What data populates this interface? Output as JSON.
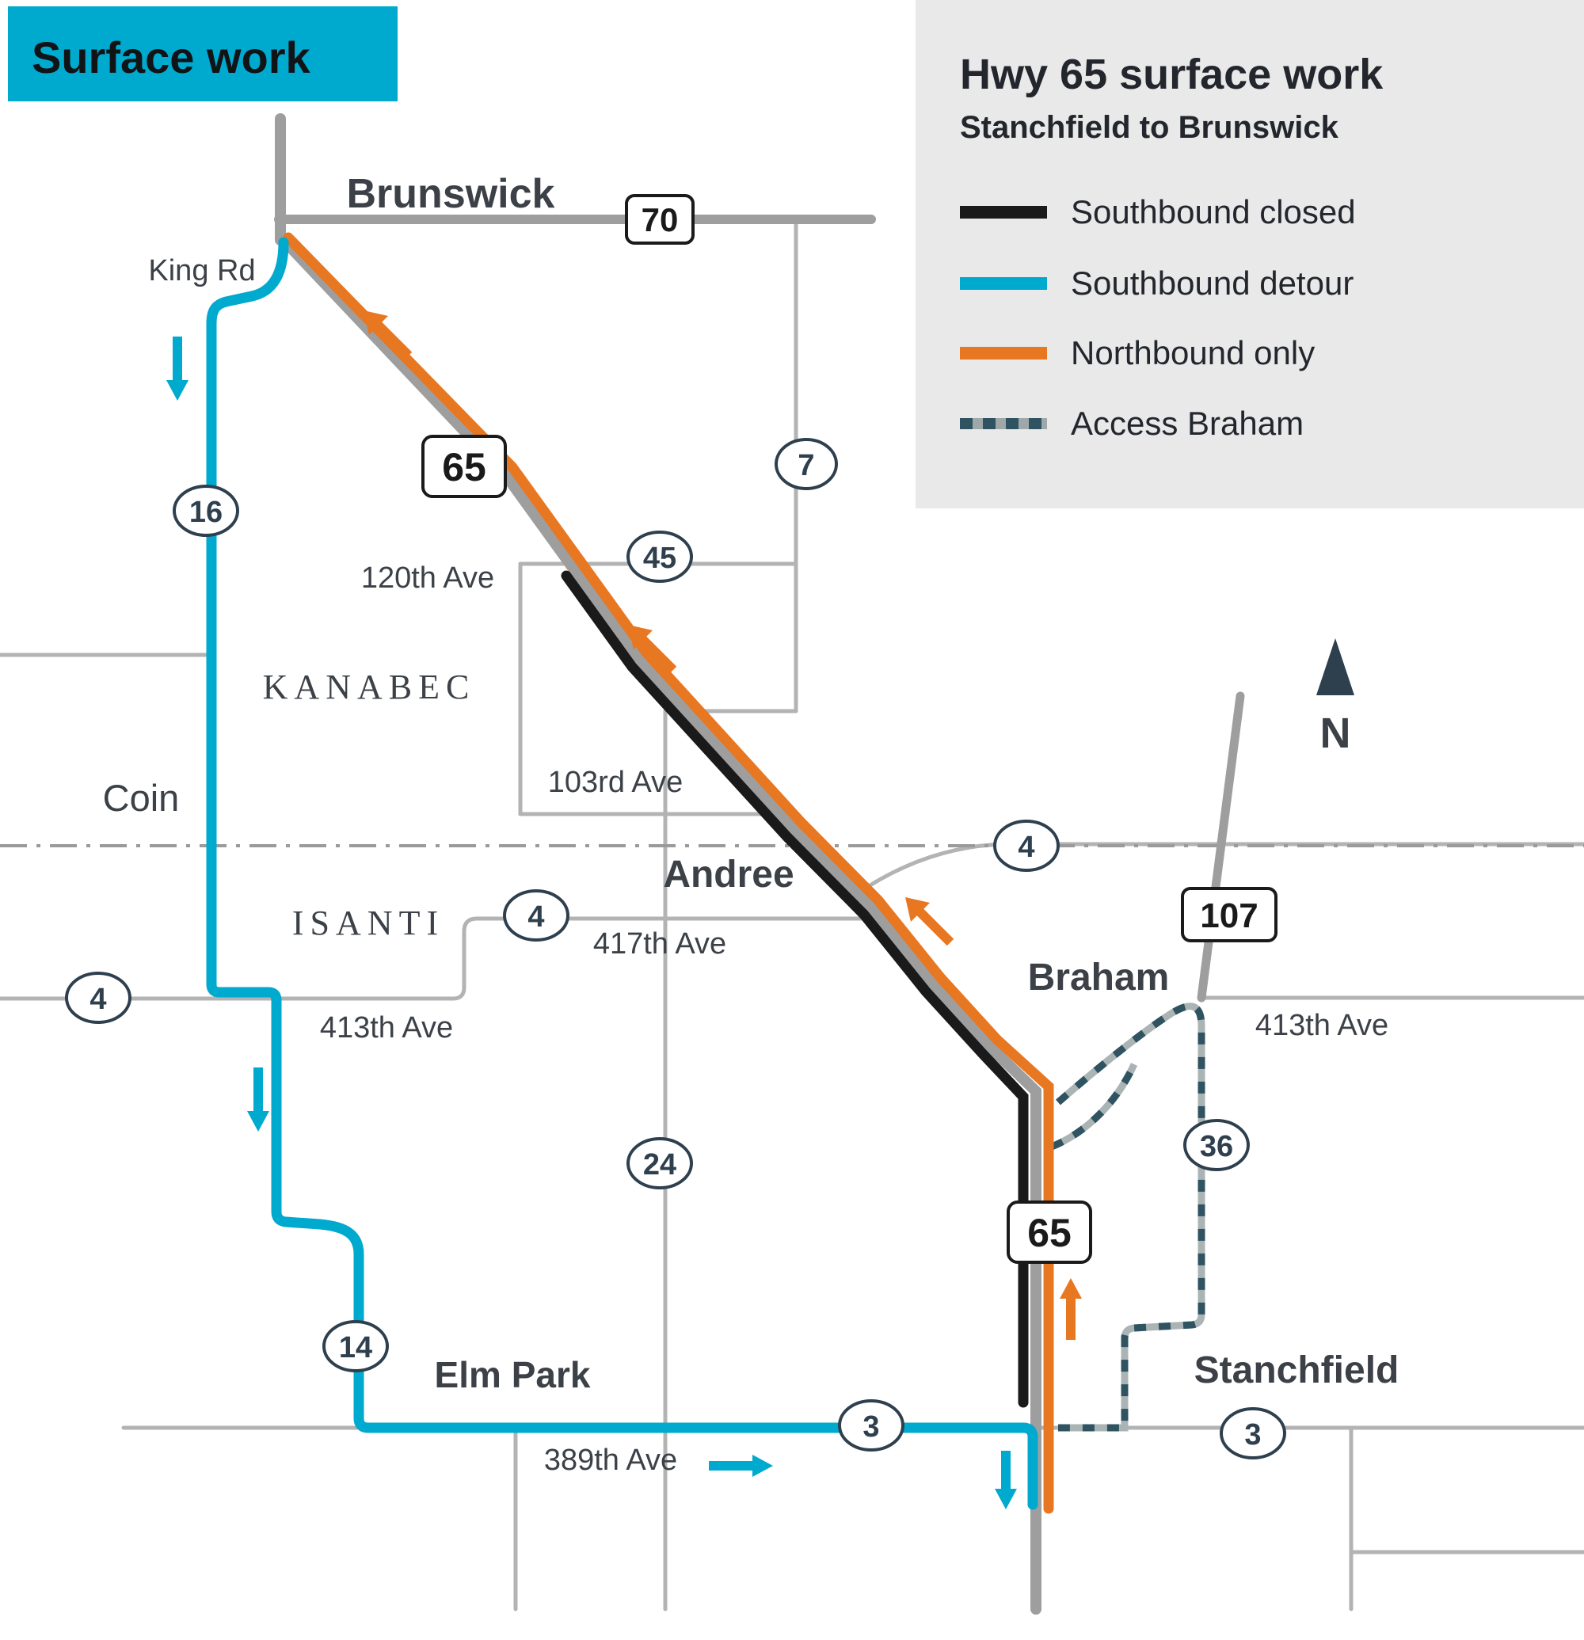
{
  "banner": {
    "label": "Surface work"
  },
  "legend": {
    "title": "Hwy 65 surface work",
    "subtitle": "Stanchfield to Brunswick",
    "items": [
      {
        "label": "Southbound closed",
        "color": "#1a1a1a"
      },
      {
        "label": "Southbound detour",
        "color": "#00A9CE"
      },
      {
        "label": "Northbound only",
        "color": "#E87722"
      },
      {
        "label": "Access Braham",
        "color": "#2F5361"
      }
    ]
  },
  "map": {
    "towns": {
      "brunswick": "Brunswick",
      "braham": "Braham",
      "stanchfield": "Stanchfield",
      "andree": "Andree",
      "coin": "Coin",
      "elm_park": "Elm Park"
    },
    "counties": {
      "kanabec": "KANABEC",
      "isanti": "ISANTI"
    },
    "roads": {
      "king_rd": "King Rd",
      "ave_120": "120th Ave",
      "ave_103": "103rd Ave",
      "ave_417": "417th Ave",
      "ave_413_left": "413th Ave",
      "ave_413_right": "413th Ave",
      "ave_389": "389th Ave"
    },
    "shields": {
      "state": [
        "70",
        "65",
        "107",
        "65"
      ],
      "county": [
        "16",
        "7",
        "45",
        "4",
        "4",
        "4",
        "24",
        "14",
        "36",
        "3",
        "3"
      ]
    },
    "north": "N"
  },
  "colors": {
    "banner_bg": "#00A9CE",
    "legend_bg": "#E9E9E9",
    "road_gray": "#9E9E9E",
    "road_thin": "#B3B3B3",
    "access_base": "#ABB4B4",
    "label": "#3C4148"
  }
}
